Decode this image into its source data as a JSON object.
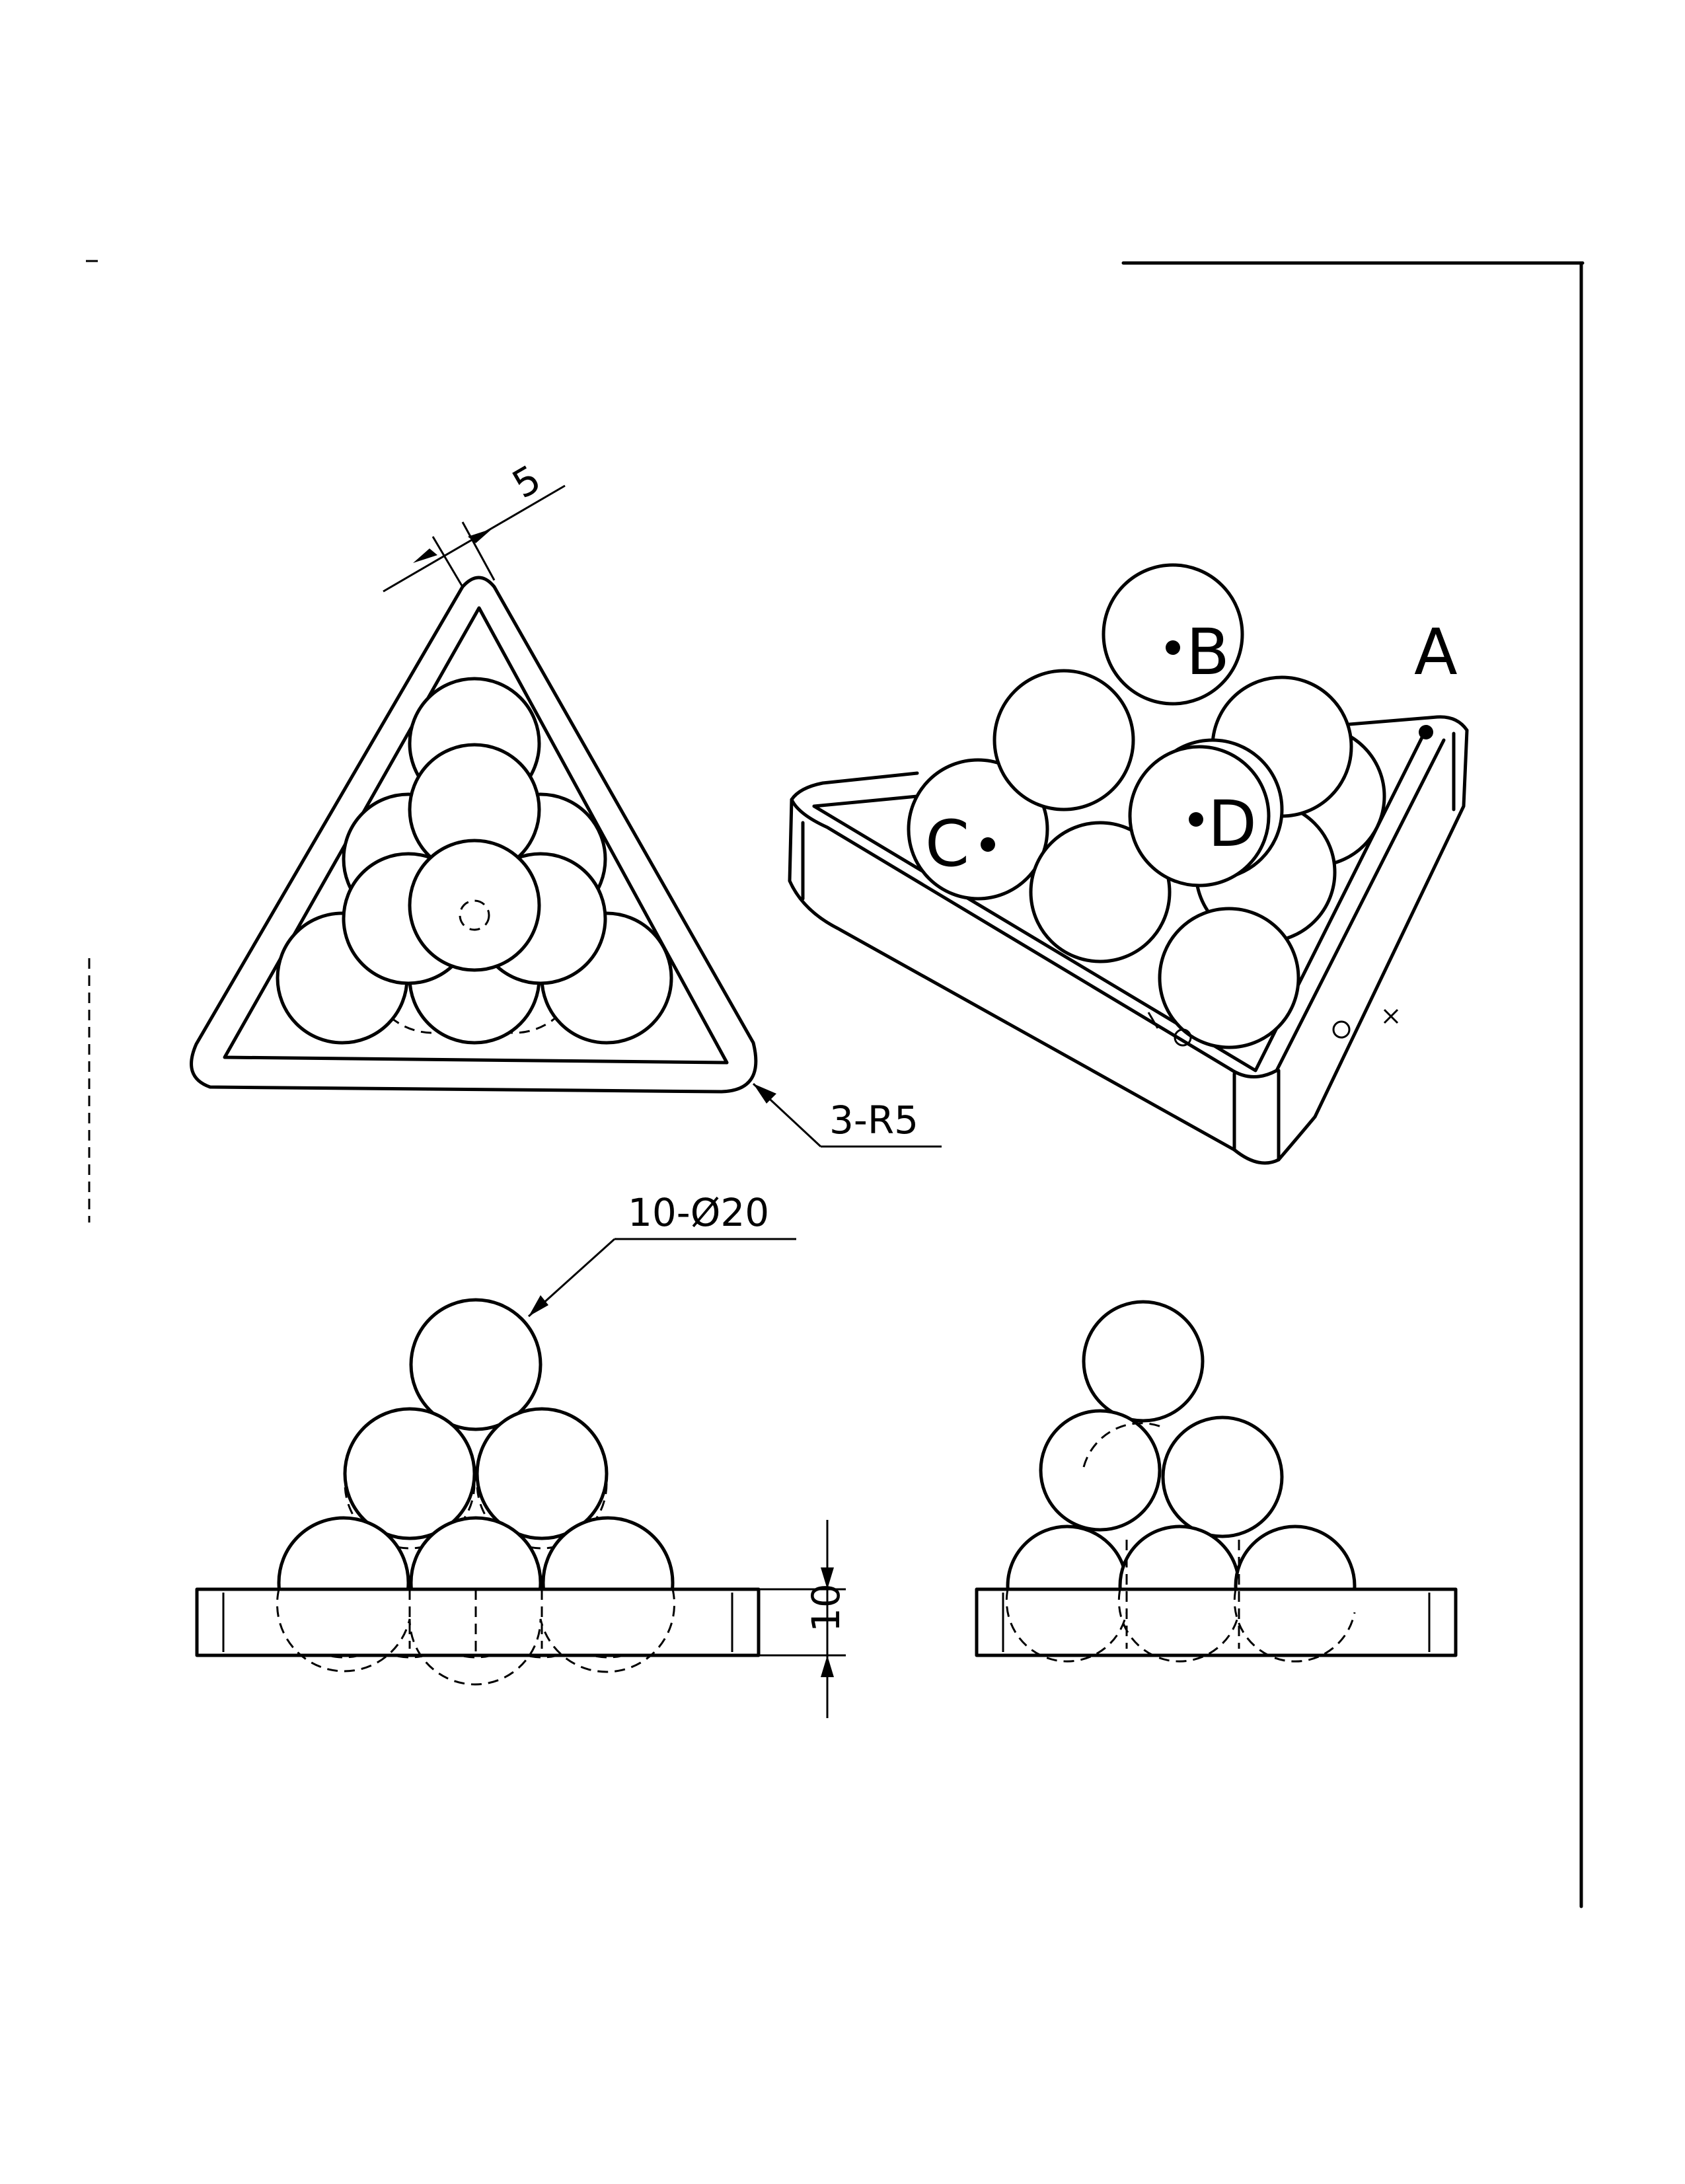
{
  "drawing": {
    "dimension_thickness": "5",
    "dimension_radius": "3-R5",
    "dimension_balls": "10-Ø20",
    "dimension_height": "10"
  },
  "points": {
    "a": "A",
    "b": "B",
    "c": "C",
    "d": "D"
  }
}
